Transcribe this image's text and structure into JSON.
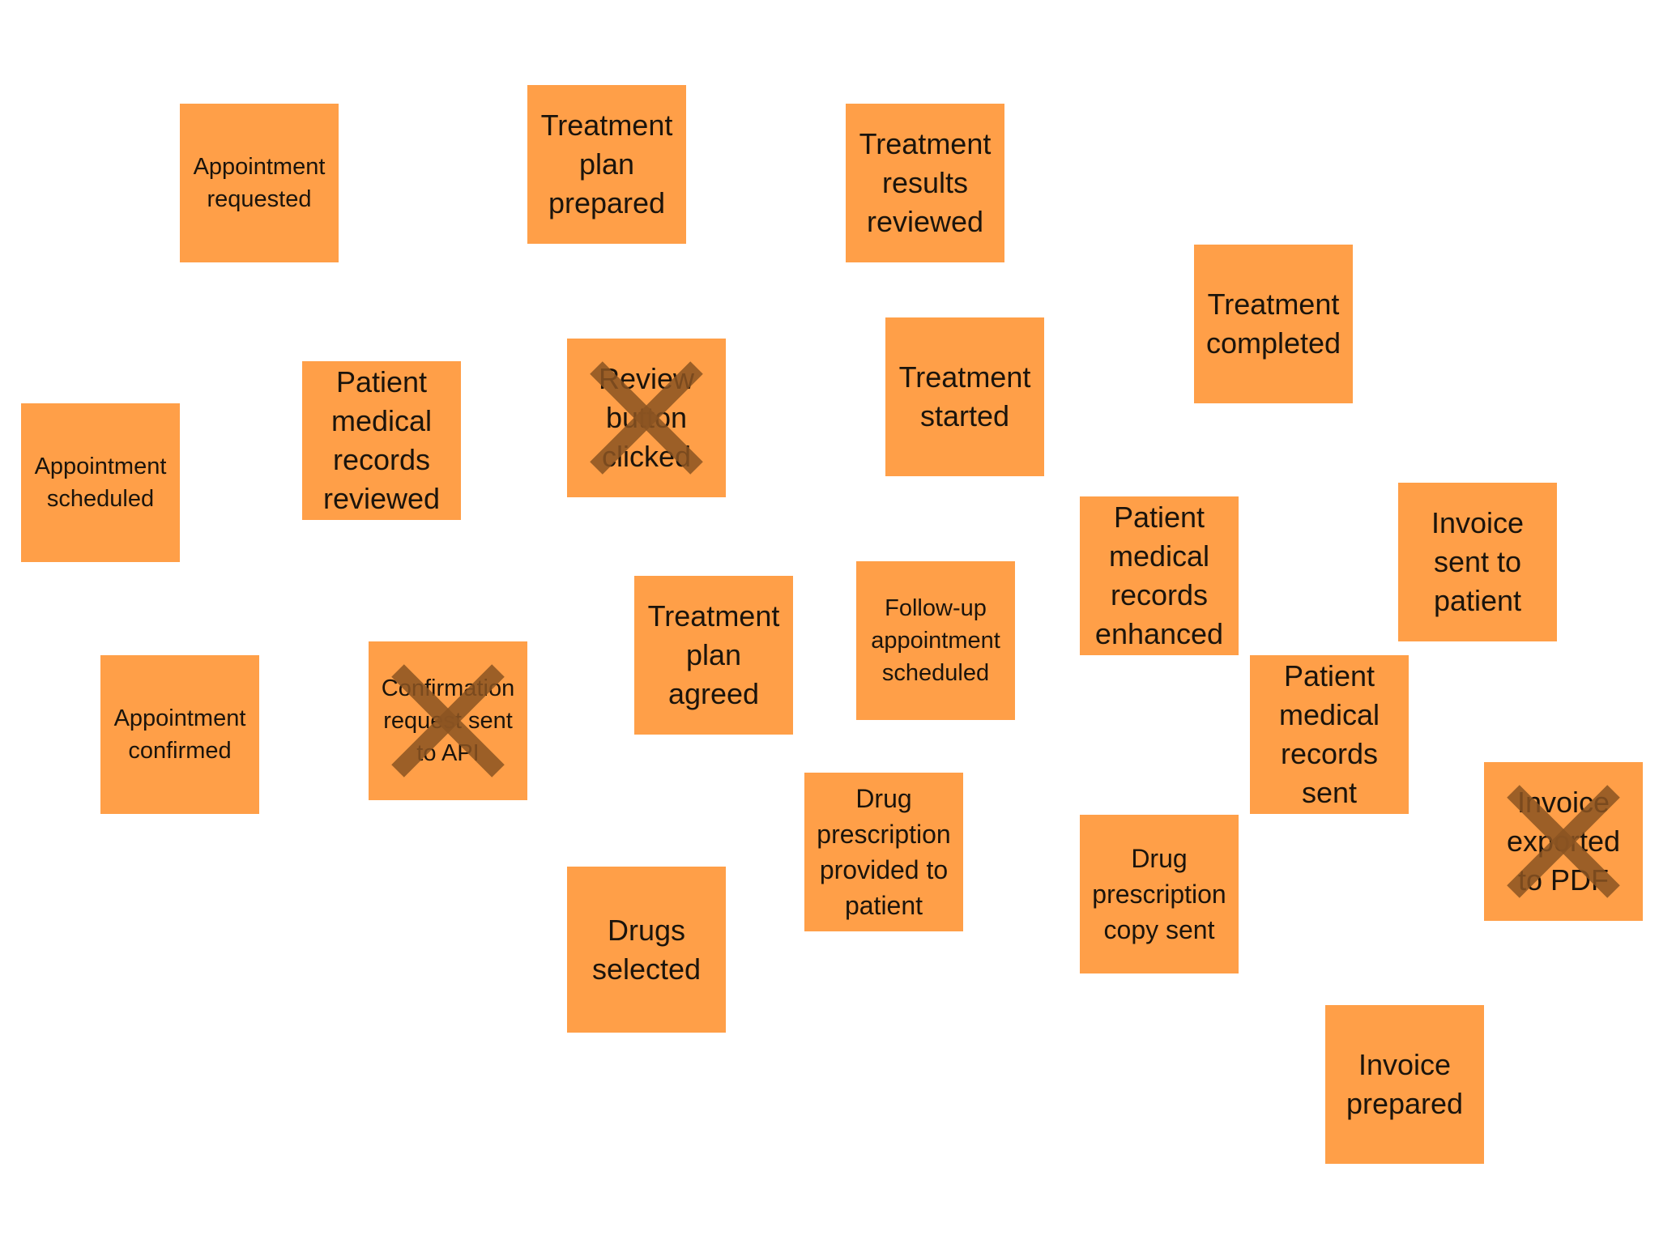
{
  "notes": [
    {
      "id": "appointment-requested",
      "label": "Appointment\nrequested",
      "crossed": false
    },
    {
      "id": "treatment-plan-prepared",
      "label": "Treatment\nplan\nprepared",
      "crossed": false
    },
    {
      "id": "treatment-results-reviewed",
      "label": "Treatment\nresults\nreviewed",
      "crossed": false
    },
    {
      "id": "treatment-completed",
      "label": "Treatment\ncompleted",
      "crossed": false
    },
    {
      "id": "appointment-scheduled",
      "label": "Appointment\nscheduled",
      "crossed": false
    },
    {
      "id": "patient-medical-records-reviewed",
      "label": "Patient\nmedical\nrecords\nreviewed",
      "crossed": false
    },
    {
      "id": "review-button-clicked",
      "label": "Review\nbutton\nclicked",
      "crossed": true
    },
    {
      "id": "treatment-started",
      "label": "Treatment\nstarted",
      "crossed": false
    },
    {
      "id": "patient-medical-records-enhanced",
      "label": "Patient\nmedical\nrecords\nenhanced",
      "crossed": false
    },
    {
      "id": "invoice-sent-to-patient",
      "label": "Invoice\nsent to\npatient",
      "crossed": false
    },
    {
      "id": "appointment-confirmed",
      "label": "Appointment\nconfirmed",
      "crossed": false
    },
    {
      "id": "confirmation-request-sent-to-api",
      "label": "Confirmation\nrequest sent\nto API",
      "crossed": true
    },
    {
      "id": "treatment-plan-agreed",
      "label": "Treatment\nplan\nagreed",
      "crossed": false
    },
    {
      "id": "follow-up-appointment-scheduled",
      "label": "Follow-up\nappointment\nscheduled",
      "crossed": false
    },
    {
      "id": "patient-medical-records-sent",
      "label": "Patient\nmedical\nrecords\nsent",
      "crossed": false
    },
    {
      "id": "drug-prescription-provided-to-patient",
      "label": "Drug\nprescription\nprovided to\npatient",
      "crossed": false
    },
    {
      "id": "drug-prescription-copy-sent",
      "label": "Drug\nprescription\ncopy sent",
      "crossed": false
    },
    {
      "id": "invoice-exported-to-pdf",
      "label": "Invoice\nexported\nto PDF",
      "crossed": true
    },
    {
      "id": "drugs-selected",
      "label": "Drugs\nselected",
      "crossed": false
    },
    {
      "id": "invoice-prepared",
      "label": "Invoice\nprepared",
      "crossed": false
    }
  ],
  "colors": {
    "note": "#ff9f48",
    "cross": "#8b5422",
    "text": "#1b140c"
  }
}
